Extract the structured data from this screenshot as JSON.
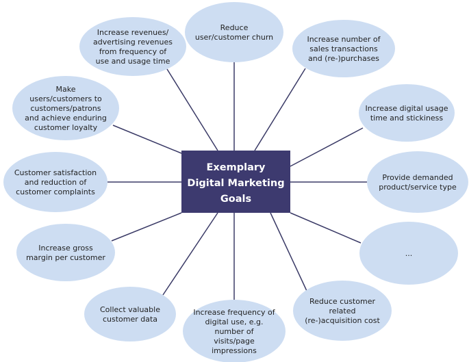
{
  "center": {
    "lines": [
      "Exemplary",
      "Digital Marketing",
      "Goals"
    ]
  },
  "colors": {
    "ellipse_fill": "#cdddf2",
    "center_fill": "#3d3a6f",
    "center_text": "#ffffff",
    "connector": "#3a3a66",
    "text": "#1f1f1f"
  },
  "goals": [
    {
      "id": "reduce-churn",
      "lines": [
        "Reduce",
        "user/customer churn"
      ]
    },
    {
      "id": "increase-sales-transactions",
      "lines": [
        "Increase number of",
        "sales transactions",
        "and (re-)purchases"
      ]
    },
    {
      "id": "increase-digital-usage-time",
      "lines": [
        "Increase digital usage",
        "time and stickiness"
      ]
    },
    {
      "id": "provide-demanded-product",
      "lines": [
        "Provide demanded",
        "product/service type"
      ]
    },
    {
      "id": "ellipsis",
      "lines": [
        "..."
      ]
    },
    {
      "id": "reduce-acquisition-cost",
      "lines": [
        "Reduce customer",
        "related",
        "(re-)acquisition cost"
      ]
    },
    {
      "id": "increase-frequency-digital-use",
      "lines": [
        "Increase frequency of",
        "digital use, e.g.",
        "number of",
        "visits/page",
        "impressions"
      ]
    },
    {
      "id": "collect-customer-data",
      "lines": [
        "Collect valuable",
        "customer data"
      ]
    },
    {
      "id": "increase-gross-margin",
      "lines": [
        "Increase gross",
        "margin per customer"
      ]
    },
    {
      "id": "customer-satisfaction",
      "lines": [
        "Customer satisfaction",
        "and reduction of",
        "customer complaints"
      ]
    },
    {
      "id": "customer-loyalty",
      "lines": [
        "Make",
        "users/customers to",
        "customers/patrons",
        "and achieve enduring",
        "customer loyalty"
      ]
    },
    {
      "id": "increase-revenues",
      "lines": [
        "Increase revenues/",
        "advertising revenues",
        "from frequency of",
        "use and usage time"
      ]
    }
  ]
}
